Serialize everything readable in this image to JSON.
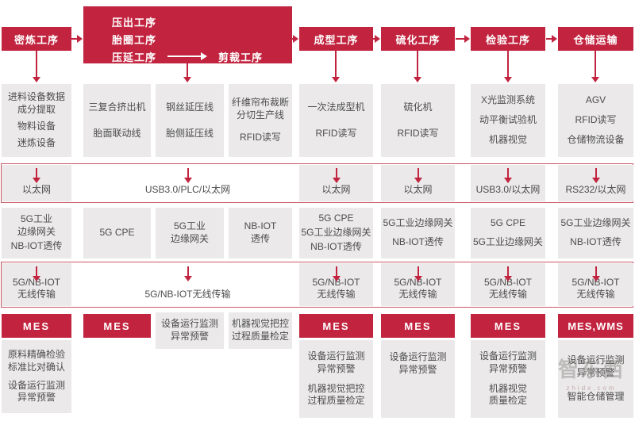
{
  "palette": {
    "accent_red": "#C2243F",
    "row_border_red": "#C95A66",
    "cell_gray": "#EBE9E9",
    "text_gray": "#4D4D4D",
    "header_text": "#FFFFFF"
  },
  "flow": {
    "headers": {
      "mixing": "密炼工序",
      "forming": "成型工序",
      "curing": "硫化工序",
      "inspection": "检验工序",
      "storage": "仓储运输"
    },
    "group": {
      "lines": [
        "压出工序",
        "胎圈工序",
        "压延工序"
      ],
      "arrow_target": "剪裁工序"
    },
    "equipment": {
      "mixing": [
        "进料设备数据\n成分提取",
        "物料设备",
        "迷炼设备"
      ],
      "extrusion": [
        "三复合挤出机",
        "胎面联动线"
      ],
      "calendering": [
        "钢丝延压线",
        "胎侧延压线"
      ],
      "cutting": [
        "纤维帘布裁断\n分切生产线",
        "RFID读写"
      ],
      "forming": [
        "一次法成型机",
        "RFID读写"
      ],
      "curing": [
        "硫化机",
        "RFID读写"
      ],
      "inspection": [
        "X光监测系统",
        "动平衡试验机",
        "机器视觉"
      ],
      "storage": [
        "AGV",
        "RFID读写",
        "仓储物流设备"
      ]
    },
    "network": {
      "mixing": "以太网",
      "group": "USB3.0/PLC/以太网",
      "forming": "以太网",
      "curing": "以太网",
      "inspection": "USB3.0/以太网",
      "storage": "RS232/以太网"
    },
    "gateway": {
      "mixing": [
        "5G工业\n边缘网关",
        "NB-IOT透传"
      ],
      "extrusion": [
        "5G CPE"
      ],
      "calendering": [
        "5G工业\n边缘网关"
      ],
      "cutting": [
        "NB-IOT\n透传"
      ],
      "forming": [
        "5G CPE",
        "5G工业边缘网关",
        "NB-IOT透传"
      ],
      "curing": [
        "5G工业边缘网关",
        "NB-IOT透传"
      ],
      "inspection": [
        "5G CPE",
        "5G工业边缘网关"
      ],
      "storage": [
        "5G工业边缘网关",
        "NB-IOT透传"
      ]
    },
    "wireless": {
      "mixing": "5G/NB-IOT\n无线传输",
      "group": "5G/NB-IOT无线传输",
      "forming": "5G/NB-IOT\n无线传输",
      "curing": "5G/NB-IOT\n无线传输",
      "inspection": "5G/NB-IOT\n无线传输",
      "storage": "5G/NB-IOT\n无线传输"
    },
    "mes": {
      "labels": {
        "mixing": "MES",
        "group": "MES",
        "forming": "MES",
        "curing": "MES",
        "inspection": "MES",
        "storage": "MES,WMS"
      },
      "details": {
        "mixing": [
          "原料精确检验\n标准比对确认",
          "设备运行监测\n异常预警"
        ],
        "group": [
          "设备运行监测\n异常预警",
          "机器视觉把控\n过程质量检定"
        ],
        "forming": [
          "设备运行监测\n异常预警",
          "机器视觉把控\n过程质量检定"
        ],
        "curing": [
          "设备运行监测\n异常预警"
        ],
        "inspection": [
          "设备运行监测\n异常预警",
          "机器视觉\n质量检定"
        ],
        "storage": [
          "设备运行监测\n异常预警",
          "智能仓储管理"
        ]
      }
    }
  },
  "watermark": {
    "title": "智东西",
    "domain": "zhidx.com"
  }
}
